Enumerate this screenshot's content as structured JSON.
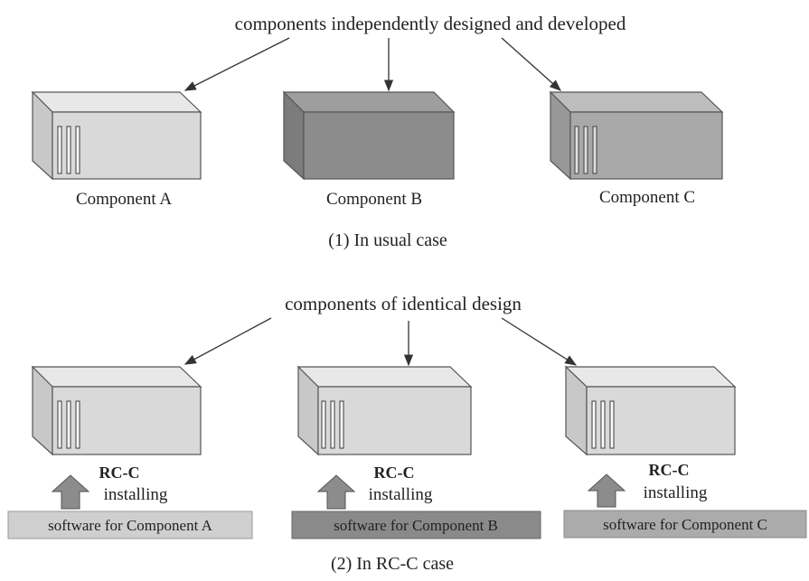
{
  "section1": {
    "annotation": "components independently designed and developed",
    "caption": "(1) In usual case",
    "components": [
      {
        "label": "Component A",
        "color": "#d9d9d9"
      },
      {
        "label": "Component B",
        "color": "#8c8c8c"
      },
      {
        "label": "Component C",
        "color": "#a8a8a8"
      }
    ]
  },
  "section2": {
    "annotation": "components of identical design",
    "caption": "(2) In RC-C case",
    "components": [
      {
        "rc_label": "RC-C",
        "install_label": "installing",
        "software": "software for Component A",
        "software_color": "#cfcfcf"
      },
      {
        "rc_label": "RC-C",
        "install_label": "installing",
        "software": "software for Component B",
        "software_color": "#8a8a8a"
      },
      {
        "rc_label": "RC-C",
        "install_label": "installing",
        "software": "software for Component C",
        "software_color": "#ababab"
      }
    ]
  }
}
